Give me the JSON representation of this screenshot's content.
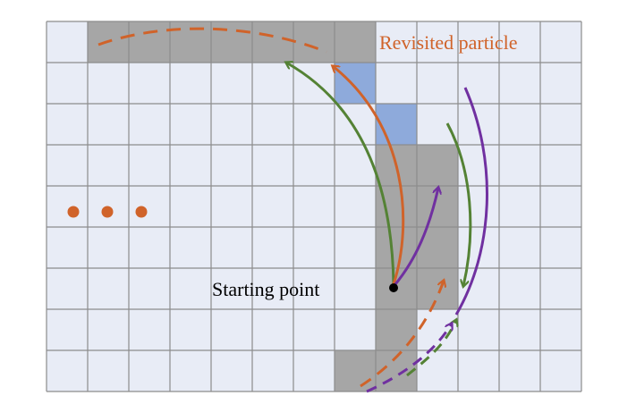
{
  "labels": {
    "revisited": "Revisited particle",
    "start": "Starting point"
  },
  "grid": {
    "cols": 13,
    "rows": 9
  },
  "cells": {
    "gray": [
      [
        1,
        0
      ],
      [
        2,
        0
      ],
      [
        3,
        0
      ],
      [
        4,
        0
      ],
      [
        5,
        0
      ],
      [
        6,
        0
      ],
      [
        7,
        0
      ],
      [
        8,
        3
      ],
      [
        9,
        3
      ],
      [
        8,
        4
      ],
      [
        9,
        4
      ],
      [
        8,
        5
      ],
      [
        9,
        5
      ],
      [
        8,
        6
      ],
      [
        9,
        6
      ],
      [
        8,
        7
      ],
      [
        7,
        8
      ],
      [
        8,
        8
      ]
    ],
    "blue": [
      [
        7,
        1
      ],
      [
        8,
        2
      ]
    ]
  },
  "colors": {
    "background": "#e8ecf6",
    "gray_cell": "#a6a6a6",
    "blue_cell": "#8eaadb",
    "grid_line": "#8c8c8c",
    "orange": "#d0632a",
    "green": "#548235",
    "purple": "#7030a0",
    "start_dot": "#000000"
  },
  "ellipsis": {
    "count": 3,
    "color": "#d0632a"
  }
}
